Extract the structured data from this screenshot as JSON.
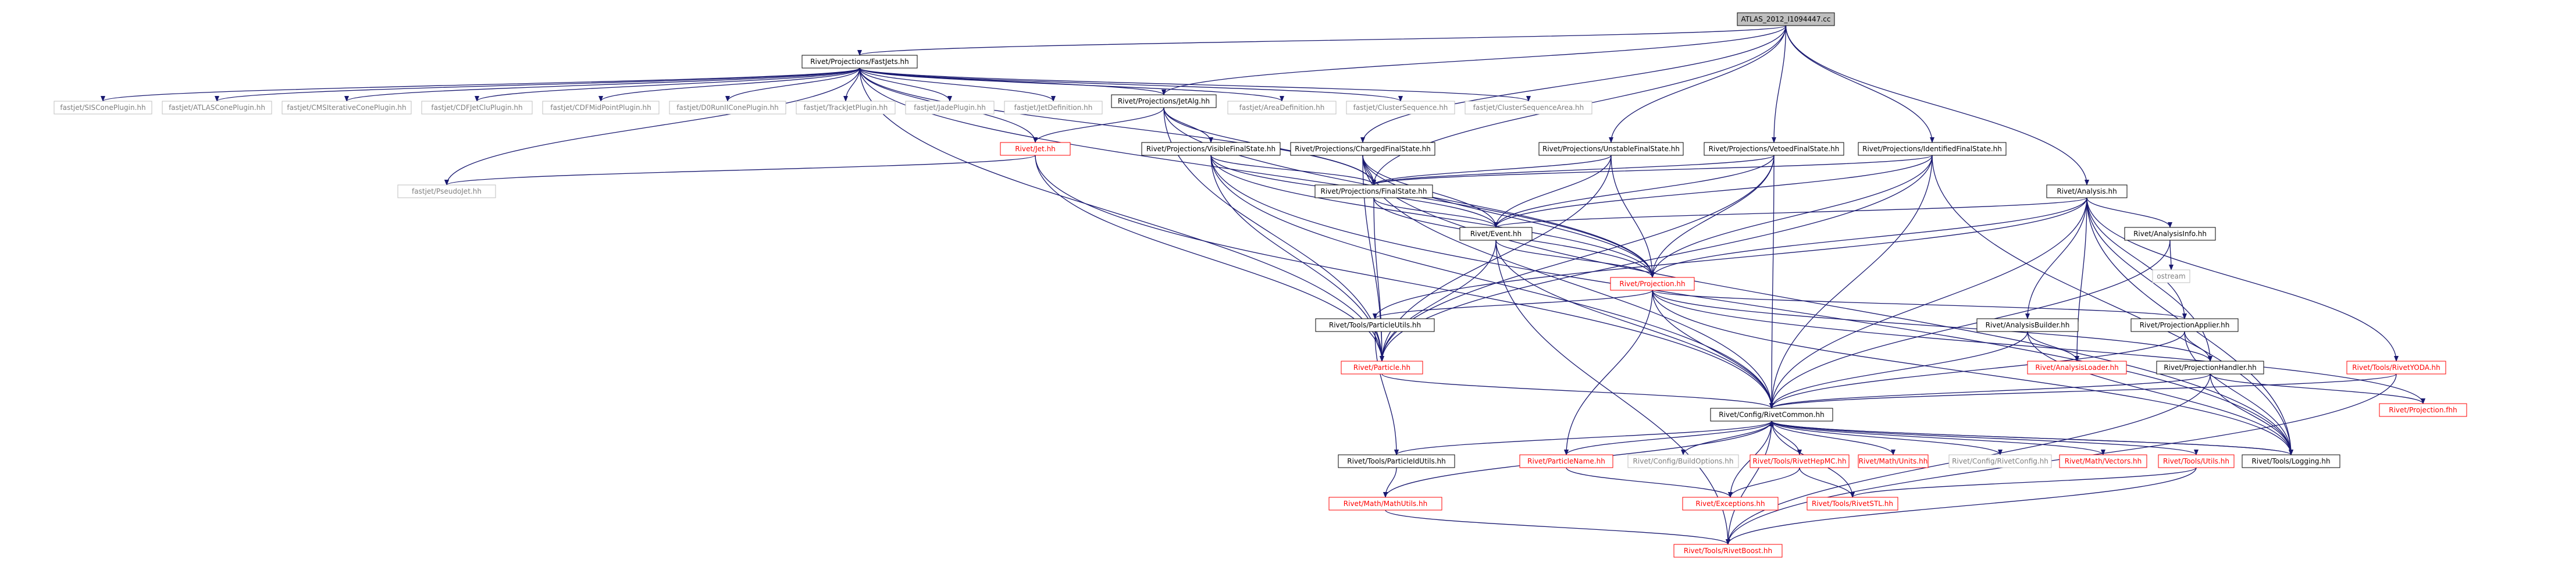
{
  "colors": {
    "edge": "#191970",
    "root_fill": "#bfbfbf",
    "normal_border": "#000000",
    "red_border": "#ff0000",
    "grey_border": "#bfbfbf",
    "normal_text": "#000000",
    "red_text": "#ff0000",
    "grey_text": "#7f7f7f"
  },
  "nodes": [
    {
      "id": "root",
      "label": "ATLAS_2012_I1094447.cc",
      "style": "root"
    },
    {
      "id": "fastjets",
      "label": "Rivet/Projections/FastJets.hh",
      "style": "normal"
    },
    {
      "id": "projjetalg",
      "label": "Rivet/Projections/JetAlg.hh",
      "style": "normal"
    },
    {
      "id": "visiblefs",
      "label": "Rivet/Projections/VisibleFinalState.hh",
      "style": "normal"
    },
    {
      "id": "chargedfs",
      "label": "Rivet/Projections/ChargedFinalState.hh",
      "style": "normal"
    },
    {
      "id": "unstablefs",
      "label": "Rivet/Projections/UnstableFinalState.hh",
      "style": "normal"
    },
    {
      "id": "vetoedfs",
      "label": "Rivet/Projections/VetoedFinalState.hh",
      "style": "normal"
    },
    {
      "id": "identifiedfs",
      "label": "Rivet/Projections/IdentifiedFinalState.hh",
      "style": "normal"
    },
    {
      "id": "finalstate",
      "label": "Rivet/Projections/FinalState.hh",
      "style": "normal"
    },
    {
      "id": "analysis",
      "label": "Rivet/Analysis.hh",
      "style": "normal"
    },
    {
      "id": "event",
      "label": "Rivet/Event.hh",
      "style": "normal"
    },
    {
      "id": "projection",
      "label": "Rivet/Projection.hh",
      "style": "red"
    },
    {
      "id": "analysisinfo",
      "label": "Rivet/AnalysisInfo.hh",
      "style": "normal"
    },
    {
      "id": "ostream",
      "label": "ostream",
      "style": "grey"
    },
    {
      "id": "analysisbuilder",
      "label": "Rivet/AnalysisBuilder.hh",
      "style": "normal"
    },
    {
      "id": "analysisloader",
      "label": "Rivet/AnalysisLoader.hh",
      "style": "red"
    },
    {
      "id": "projapplier",
      "label": "Rivet/ProjectionApplier.hh",
      "style": "normal"
    },
    {
      "id": "projhandler",
      "label": "Rivet/ProjectionHandler.hh",
      "style": "normal"
    },
    {
      "id": "rivetyoda",
      "label": "Rivet/Tools/RivetYODA.hh",
      "style": "red"
    },
    {
      "id": "projectionfhh",
      "label": "Rivet/Projection.fhh",
      "style": "red"
    },
    {
      "id": "particleutils",
      "label": "Rivet/Tools/ParticleUtils.hh",
      "style": "normal"
    },
    {
      "id": "particle",
      "label": "Rivet/Particle.hh",
      "style": "red"
    },
    {
      "id": "jet",
      "label": "Rivet/Jet.hh",
      "style": "red"
    },
    {
      "id": "pseudojet",
      "label": "fastjet/PseudoJet.hh",
      "style": "grey"
    },
    {
      "id": "rivetcommon",
      "label": "Rivet/Config/RivetCommon.hh",
      "style": "normal"
    },
    {
      "id": "logging",
      "label": "Rivet/Tools/Logging.hh",
      "style": "normal"
    },
    {
      "id": "particleidutils",
      "label": "Rivet/Tools/ParticleIdUtils.hh",
      "style": "normal"
    },
    {
      "id": "particlename",
      "label": "Rivet/ParticleName.hh",
      "style": "red"
    },
    {
      "id": "buildoptions",
      "label": "Rivet/Config/BuildOptions.hh",
      "style": "grey"
    },
    {
      "id": "rivethepmc",
      "label": "Rivet/Tools/RivetHepMC.hh",
      "style": "red"
    },
    {
      "id": "units",
      "label": "Rivet/Math/Units.hh",
      "style": "red"
    },
    {
      "id": "rivetconfig",
      "label": "Rivet/Config/RivetConfig.hh",
      "style": "grey"
    },
    {
      "id": "vectors",
      "label": "Rivet/Math/Vectors.hh",
      "style": "red"
    },
    {
      "id": "utils",
      "label": "Rivet/Tools/Utils.hh",
      "style": "red"
    },
    {
      "id": "mathutils",
      "label": "Rivet/Math/MathUtils.hh",
      "style": "red"
    },
    {
      "id": "exceptions",
      "label": "Rivet/Exceptions.hh",
      "style": "red"
    },
    {
      "id": "rivetstl",
      "label": "Rivet/Tools/RivetSTL.hh",
      "style": "red"
    },
    {
      "id": "rivetboost",
      "label": "Rivet/Tools/RivetBoost.hh",
      "style": "red"
    },
    {
      "id": "siscone",
      "label": "fastjet/SISConePlugin.hh",
      "style": "grey"
    },
    {
      "id": "atlascone",
      "label": "fastjet/ATLASConePlugin.hh",
      "style": "grey"
    },
    {
      "id": "cmsiter",
      "label": "fastjet/CMSIterativeConePlugin.hh",
      "style": "grey"
    },
    {
      "id": "cdfjetclu",
      "label": "fastjet/CDFJetCluPlugin.hh",
      "style": "grey"
    },
    {
      "id": "cdfmidpoint",
      "label": "fastjet/CDFMidPointPlugin.hh",
      "style": "grey"
    },
    {
      "id": "d0run",
      "label": "fastjet/D0RunIIConePlugin.hh",
      "style": "grey"
    },
    {
      "id": "trackjet",
      "label": "fastjet/TrackJetPlugin.hh",
      "style": "grey"
    },
    {
      "id": "jade",
      "label": "fastjet/JadePlugin.hh",
      "style": "grey"
    },
    {
      "id": "jetdef",
      "label": "fastjet/JetDefinition.hh",
      "style": "grey"
    },
    {
      "id": "areadef",
      "label": "fastjet/AreaDefinition.hh",
      "style": "grey"
    },
    {
      "id": "clusterseq",
      "label": "fastjet/ClusterSequence.hh",
      "style": "grey"
    },
    {
      "id": "clusterseqarea",
      "label": "fastjet/ClusterSequenceArea.hh",
      "style": "grey"
    }
  ],
  "edges": [
    [
      "root",
      "fastjets"
    ],
    [
      "root",
      "projjetalg"
    ],
    [
      "root",
      "chargedfs"
    ],
    [
      "root",
      "unstablefs"
    ],
    [
      "root",
      "vetoedfs"
    ],
    [
      "root",
      "identifiedfs"
    ],
    [
      "root",
      "finalstate"
    ],
    [
      "root",
      "analysis"
    ],
    [
      "fastjets",
      "siscone"
    ],
    [
      "fastjets",
      "atlascone"
    ],
    [
      "fastjets",
      "cmsiter"
    ],
    [
      "fastjets",
      "cdfjetclu"
    ],
    [
      "fastjets",
      "cdfmidpoint"
    ],
    [
      "fastjets",
      "d0run"
    ],
    [
      "fastjets",
      "trackjet"
    ],
    [
      "fastjets",
      "jade"
    ],
    [
      "fastjets",
      "jetdef"
    ],
    [
      "fastjets",
      "areadef"
    ],
    [
      "fastjets",
      "clusterseq"
    ],
    [
      "fastjets",
      "clusterseqarea"
    ],
    [
      "fastjets",
      "projjetalg"
    ],
    [
      "fastjets",
      "jet"
    ],
    [
      "fastjets",
      "pseudojet"
    ],
    [
      "fastjets",
      "particle"
    ],
    [
      "fastjets",
      "finalstate"
    ],
    [
      "fastjets",
      "projection"
    ],
    [
      "projjetalg",
      "jet"
    ],
    [
      "projjetalg",
      "particle"
    ],
    [
      "projjetalg",
      "visiblefs"
    ],
    [
      "projjetalg",
      "finalstate"
    ],
    [
      "projjetalg",
      "projection"
    ],
    [
      "jet",
      "pseudojet"
    ],
    [
      "jet",
      "particle"
    ],
    [
      "jet",
      "rivetcommon"
    ],
    [
      "visiblefs",
      "finalstate"
    ],
    [
      "visiblefs",
      "event"
    ],
    [
      "visiblefs",
      "projection"
    ],
    [
      "visiblefs",
      "particle"
    ],
    [
      "visiblefs",
      "rivetcommon"
    ],
    [
      "visiblefs",
      "logging"
    ],
    [
      "chargedfs",
      "finalstate"
    ],
    [
      "chargedfs",
      "event"
    ],
    [
      "chargedfs",
      "projection"
    ],
    [
      "chargedfs",
      "particle"
    ],
    [
      "chargedfs",
      "rivetcommon"
    ],
    [
      "chargedfs",
      "logging"
    ],
    [
      "unstablefs",
      "finalstate"
    ],
    [
      "unstablefs",
      "event"
    ],
    [
      "unstablefs",
      "projection"
    ],
    [
      "unstablefs",
      "particle"
    ],
    [
      "vetoedfs",
      "finalstate"
    ],
    [
      "vetoedfs",
      "event"
    ],
    [
      "vetoedfs",
      "projection"
    ],
    [
      "vetoedfs",
      "particle"
    ],
    [
      "vetoedfs",
      "rivetcommon"
    ],
    [
      "identifiedfs",
      "finalstate"
    ],
    [
      "identifiedfs",
      "event"
    ],
    [
      "identifiedfs",
      "projection"
    ],
    [
      "identifiedfs",
      "particle"
    ],
    [
      "identifiedfs",
      "rivetcommon"
    ],
    [
      "identifiedfs",
      "logging"
    ],
    [
      "finalstate",
      "projection"
    ],
    [
      "finalstate",
      "particle"
    ],
    [
      "finalstate",
      "event"
    ],
    [
      "analysis",
      "event"
    ],
    [
      "analysis",
      "projection"
    ],
    [
      "analysis",
      "analysisinfo"
    ],
    [
      "analysis",
      "analysisbuilder"
    ],
    [
      "analysis",
      "analysisloader"
    ],
    [
      "analysis",
      "projapplier"
    ],
    [
      "analysis",
      "projhandler"
    ],
    [
      "analysis",
      "rivetyoda"
    ],
    [
      "analysis",
      "rivetcommon"
    ],
    [
      "analysis",
      "logging"
    ],
    [
      "analysis",
      "particleutils"
    ],
    [
      "analysisinfo",
      "ostream"
    ],
    [
      "analysisinfo",
      "rivetcommon"
    ],
    [
      "event",
      "projection"
    ],
    [
      "event",
      "particle"
    ],
    [
      "event",
      "rivetcommon"
    ],
    [
      "event",
      "rivetboost"
    ],
    [
      "projection",
      "projapplier"
    ],
    [
      "projection",
      "projhandler"
    ],
    [
      "projection",
      "projectionfhh"
    ],
    [
      "projection",
      "rivetcommon"
    ],
    [
      "projection",
      "logging"
    ],
    [
      "projection",
      "particleutils"
    ],
    [
      "projection",
      "particlename"
    ],
    [
      "particleutils",
      "particle"
    ],
    [
      "particleutils",
      "particleidutils"
    ],
    [
      "analysisbuilder",
      "analysisloader"
    ],
    [
      "analysisbuilder",
      "rivetcommon"
    ],
    [
      "analysisbuilder",
      "logging"
    ],
    [
      "projapplier",
      "projhandler"
    ],
    [
      "projapplier",
      "rivetcommon"
    ],
    [
      "projapplier",
      "logging"
    ],
    [
      "projhandler",
      "projectionfhh"
    ],
    [
      "projhandler",
      "rivetcommon"
    ],
    [
      "projhandler",
      "logging"
    ],
    [
      "projhandler",
      "rivetboost"
    ],
    [
      "rivetyoda",
      "rivetcommon"
    ],
    [
      "rivetyoda",
      "rivetboost"
    ],
    [
      "particle",
      "rivetcommon"
    ],
    [
      "rivetcommon",
      "particleidutils"
    ],
    [
      "rivetcommon",
      "particlename"
    ],
    [
      "rivetcommon",
      "buildoptions"
    ],
    [
      "rivetcommon",
      "rivethepmc"
    ],
    [
      "rivetcommon",
      "units"
    ],
    [
      "rivetcommon",
      "rivetconfig"
    ],
    [
      "rivetcommon",
      "vectors"
    ],
    [
      "rivetcommon",
      "utils"
    ],
    [
      "rivetcommon",
      "logging"
    ],
    [
      "rivetcommon",
      "mathutils"
    ],
    [
      "rivetcommon",
      "exceptions"
    ],
    [
      "rivetcommon",
      "rivetstl"
    ],
    [
      "rivetcommon",
      "rivetboost"
    ],
    [
      "logging",
      "rivetcommon"
    ],
    [
      "particleidutils",
      "mathutils"
    ],
    [
      "particlename",
      "exceptions"
    ],
    [
      "rivethepmc",
      "exceptions"
    ],
    [
      "rivethepmc",
      "rivetstl"
    ],
    [
      "utils",
      "rivetstl"
    ],
    [
      "utils",
      "rivetboost"
    ],
    [
      "mathutils",
      "rivetboost"
    ]
  ]
}
